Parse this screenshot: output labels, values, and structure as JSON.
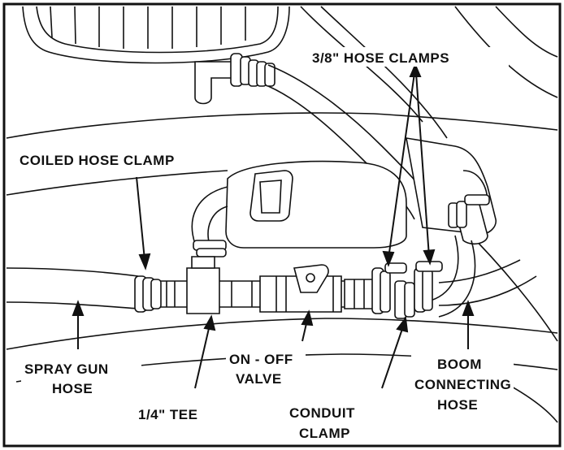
{
  "labels": {
    "hose_clamps": "3/8\" HOSE CLAMPS",
    "coiled_hose_clamp": "COILED HOSE CLAMP",
    "spray_gun_line1": "SPRAY GUN",
    "spray_gun_line2": "HOSE",
    "on_off_line1": "ON - OFF",
    "on_off_line2": "VALVE",
    "boom_line1": "BOOM",
    "boom_line2": "CONNECTING",
    "boom_line3": "HOSE",
    "tee": "1/4\" TEE",
    "conduit_line1": "CONDUIT",
    "conduit_line2": "CLAMP"
  },
  "colors": {
    "ink": "#111111",
    "fill": "#ffffff"
  }
}
